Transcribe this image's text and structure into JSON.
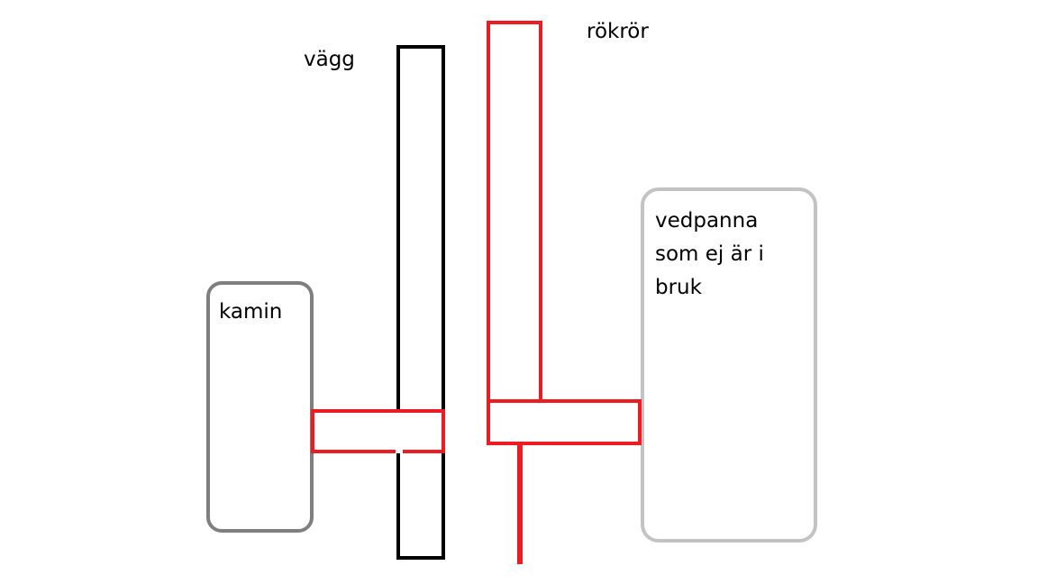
{
  "labels": {
    "wall": "vägg",
    "flue_pipe": "rökrör",
    "stove": "kamin",
    "boiler_lines": [
      "vedpanna",
      "som ej är i",
      "bruk"
    ]
  },
  "colors": {
    "wall": "#000000",
    "pipe": "#ed1c24",
    "stove": "#7f7f7f",
    "boiler": "#c3c3c3"
  }
}
